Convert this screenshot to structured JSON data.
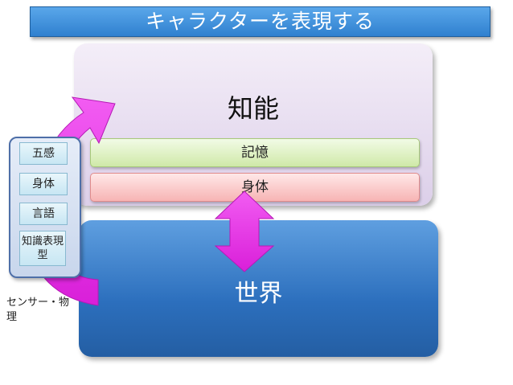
{
  "title": "キャラクターを表現する",
  "intelligence": {
    "label": "知能",
    "memory": "記憶",
    "body": "身体"
  },
  "world": {
    "label": "世界"
  },
  "sense_panel": {
    "items": [
      "五感",
      "身体",
      "言語",
      "知識表現型"
    ]
  },
  "sensor_caption": "センサー・物理",
  "colors": {
    "title": "#3a8be0",
    "intelligence": "#e4d8ee",
    "world": "#3574c4",
    "memory": "#dff0c4",
    "body": "#fbcaca",
    "arrow": "#e733e7"
  }
}
